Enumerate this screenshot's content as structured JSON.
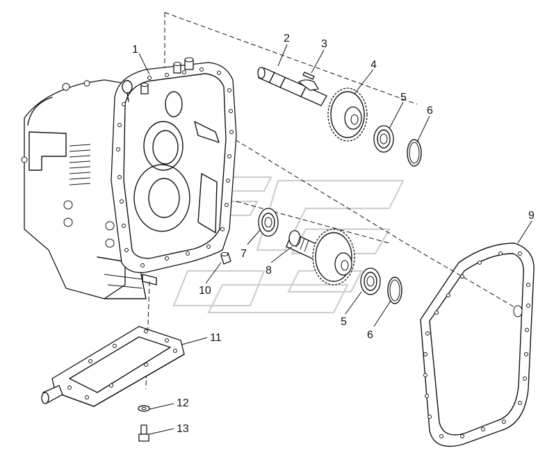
{
  "callouts": [
    {
      "id": "1",
      "text": "1"
    },
    {
      "id": "2",
      "text": "2"
    },
    {
      "id": "3",
      "text": "3"
    },
    {
      "id": "4",
      "text": "4"
    },
    {
      "id": "5a",
      "text": "5"
    },
    {
      "id": "6a",
      "text": "6"
    },
    {
      "id": "7",
      "text": "7"
    },
    {
      "id": "8",
      "text": "8"
    },
    {
      "id": "9",
      "text": "9"
    },
    {
      "id": "10",
      "text": "10"
    },
    {
      "id": "5b",
      "text": "5"
    },
    {
      "id": "6b",
      "text": "6"
    },
    {
      "id": "11",
      "text": "11"
    },
    {
      "id": "12",
      "text": "12"
    },
    {
      "id": "13",
      "text": "13"
    }
  ]
}
